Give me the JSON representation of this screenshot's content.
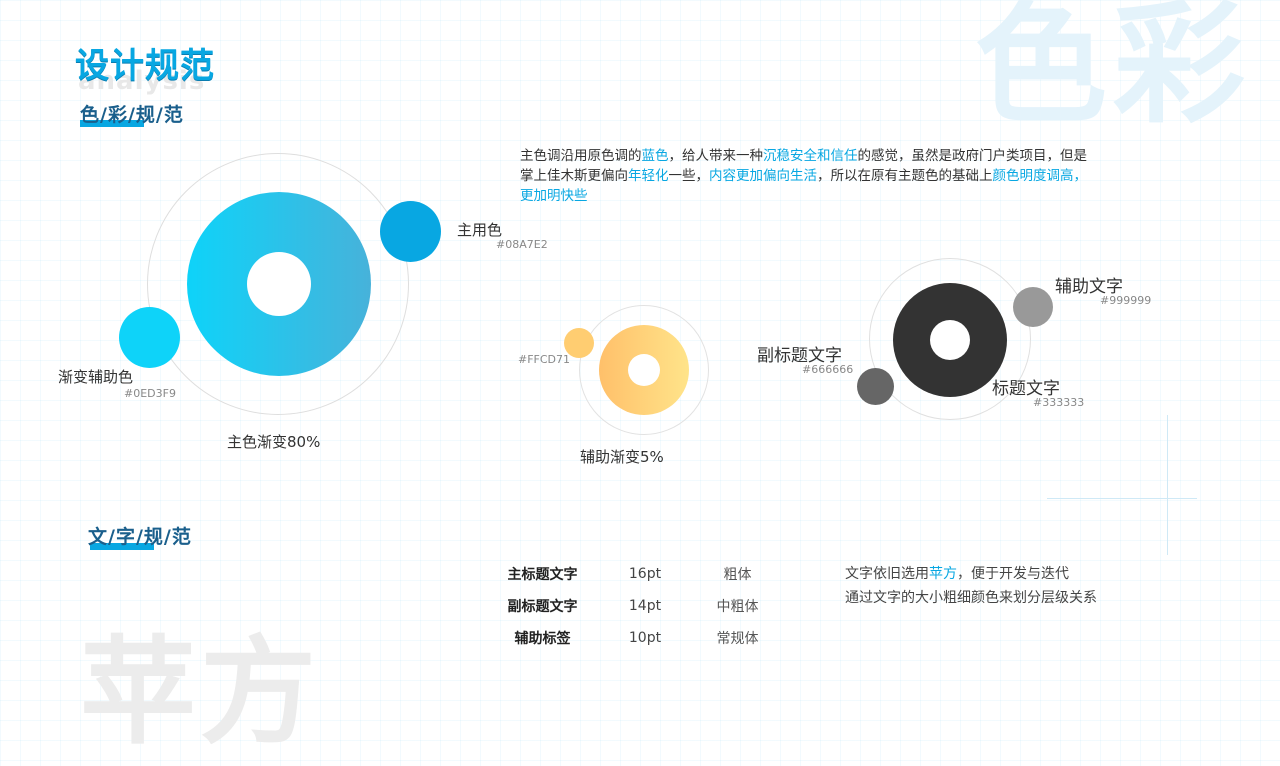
{
  "watermark": {
    "top": "色彩",
    "bottom": "苹方",
    "subtitle": "analysis"
  },
  "page_title": "设计规范",
  "sections": {
    "color": "色/彩/规/范",
    "typography": "文/字/规/范"
  },
  "description": {
    "p1": "主色调沿用原色调的",
    "h1": "蓝色",
    "p2": "，给人带来一种",
    "h2": "沉稳安全和信任",
    "p3": "的感觉，虽然是政府门户类项目，但是掌上佳木斯更偏向",
    "h3": "年轻化",
    "p4": "一些，",
    "h4": "内容更加偏向生活",
    "p5": "，所以在原有主题色的基础上",
    "h5": "颜色明度调高，更加明快些"
  },
  "colors": {
    "primary": {
      "label": "主用色",
      "hex": "#08A7E2"
    },
    "gradient_aux": {
      "label": "渐变辅助色",
      "hex": "#0ED3F9"
    },
    "primary_gradient": {
      "label": "主色渐变80%"
    },
    "aux": {
      "hex": "#FFCD71"
    },
    "aux_gradient": {
      "label": "辅助渐变5%"
    },
    "aux_text": {
      "label": "辅助文字",
      "hex": "#999999"
    },
    "subtitle_text": {
      "label": "副标题文字",
      "hex": "#666666"
    },
    "title_text": {
      "label": "标题文字",
      "hex": "#333333"
    }
  },
  "typography": {
    "rows": [
      {
        "name": "主标题文字",
        "size": "16pt",
        "weight": "粗体"
      },
      {
        "name": "副标题文字",
        "size": "14pt",
        "weight": "中粗体"
      },
      {
        "name": "辅助标签",
        "size": "10pt",
        "weight": "常规体"
      }
    ],
    "note": {
      "l1a": "文字依旧选用",
      "l1h": "苹方",
      "l1b": "，便于开发与迭代",
      "l2": "通过文字的大小粗细颜色来划分层级关系"
    }
  }
}
